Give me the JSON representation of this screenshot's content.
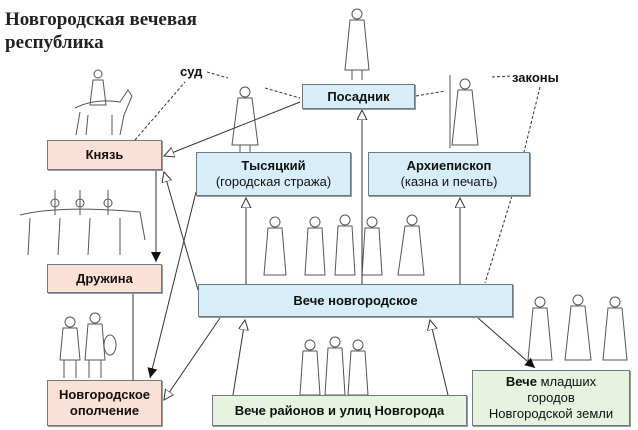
{
  "title": {
    "line1": "Новгородская вечевая",
    "line2": "республика"
  },
  "labels": {
    "court": "суд",
    "laws": "законы"
  },
  "boxes": {
    "posadnik": "Посадник",
    "knyaz": "Князь",
    "tysyatsky": {
      "name": "Тысяцкий",
      "note": "(городская стража)"
    },
    "archbishop": {
      "name": "Архиепископ",
      "note": "(казна и печать)"
    },
    "druzhina": "Дружина",
    "veche": "Вече новгородское",
    "militia": {
      "line1": "Новгородское",
      "line2": "ополчение"
    },
    "district_veche": "Вече районов и улиц Новгорода",
    "junior_veche": {
      "bold": "Вече",
      "rest1": " младших",
      "line2": "городов",
      "line3": "Новгородской земли"
    }
  },
  "colors": {
    "blue": "#d7eef9",
    "pink": "#fbe0d6",
    "green": "#e7f3df"
  }
}
